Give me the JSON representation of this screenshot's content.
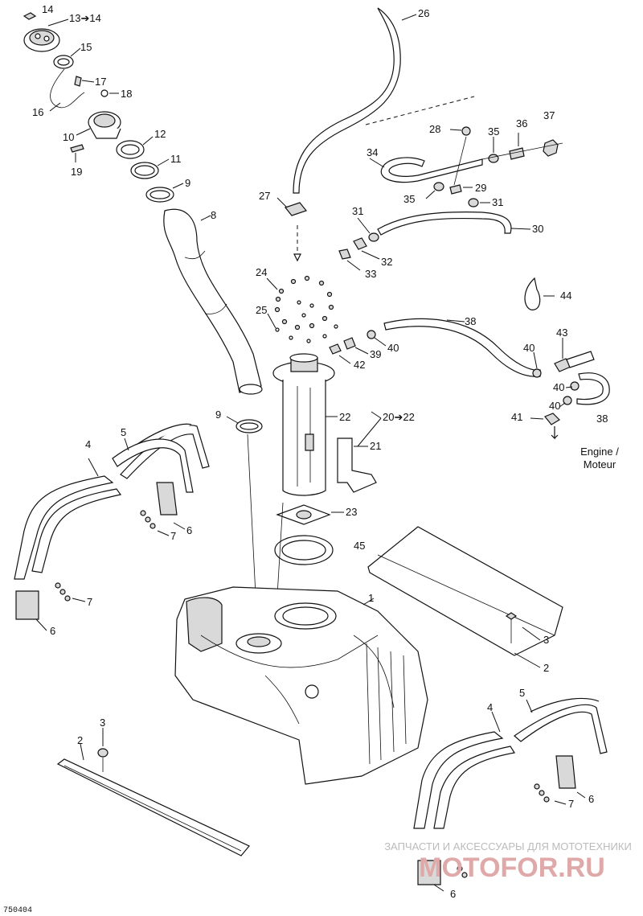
{
  "diagram": {
    "figure_code": "750404",
    "engine_caption_line1": "Engine /",
    "engine_caption_line2": "Moteur",
    "watermark_line1": "ЗАПЧАСТИ И АКСЕССУАРЫ ДЛЯ МОТОТЕХНИКИ",
    "watermark_line2": "MOTOFOR.RU",
    "callouts": [
      {
        "id": "c14a",
        "text": "14"
      },
      {
        "id": "c1314",
        "text": "13➔14"
      },
      {
        "id": "c15",
        "text": "15"
      },
      {
        "id": "c17",
        "text": "17"
      },
      {
        "id": "c18",
        "text": "18"
      },
      {
        "id": "c16",
        "text": "16"
      },
      {
        "id": "c10",
        "text": "10"
      },
      {
        "id": "c12",
        "text": "12"
      },
      {
        "id": "c19",
        "text": "19"
      },
      {
        "id": "c11",
        "text": "11"
      },
      {
        "id": "c9a",
        "text": "9"
      },
      {
        "id": "c8",
        "text": "8"
      },
      {
        "id": "c26",
        "text": "26"
      },
      {
        "id": "c37",
        "text": "37"
      },
      {
        "id": "c36",
        "text": "36"
      },
      {
        "id": "c28",
        "text": "28"
      },
      {
        "id": "c35a",
        "text": "35"
      },
      {
        "id": "c34",
        "text": "34"
      },
      {
        "id": "c29",
        "text": "29"
      },
      {
        "id": "c35b",
        "text": "35"
      },
      {
        "id": "c31a",
        "text": "31"
      },
      {
        "id": "c27",
        "text": "27"
      },
      {
        "id": "c31b",
        "text": "31"
      },
      {
        "id": "c30",
        "text": "30"
      },
      {
        "id": "c32",
        "text": "32"
      },
      {
        "id": "c33",
        "text": "33"
      },
      {
        "id": "c24",
        "text": "24"
      },
      {
        "id": "c44",
        "text": "44"
      },
      {
        "id": "c25",
        "text": "25"
      },
      {
        "id": "c38a",
        "text": "38"
      },
      {
        "id": "c39",
        "text": "39"
      },
      {
        "id": "c40a",
        "text": "40"
      },
      {
        "id": "c43",
        "text": "43"
      },
      {
        "id": "c42",
        "text": "42"
      },
      {
        "id": "c40b",
        "text": "40"
      },
      {
        "id": "c40c",
        "text": "40"
      },
      {
        "id": "c22",
        "text": "22"
      },
      {
        "id": "c2022",
        "text": "20➔22"
      },
      {
        "id": "c9b",
        "text": "9"
      },
      {
        "id": "c40d",
        "text": "40"
      },
      {
        "id": "c41",
        "text": "41"
      },
      {
        "id": "c38b",
        "text": "38"
      },
      {
        "id": "c5a",
        "text": "5"
      },
      {
        "id": "c21",
        "text": "21"
      },
      {
        "id": "c4a",
        "text": "4"
      },
      {
        "id": "c6a",
        "text": "6"
      },
      {
        "id": "c7a",
        "text": "7"
      },
      {
        "id": "c23",
        "text": "23"
      },
      {
        "id": "c45",
        "text": "45"
      },
      {
        "id": "c7b",
        "text": "7"
      },
      {
        "id": "c1",
        "text": "1"
      },
      {
        "id": "c6b",
        "text": "6"
      },
      {
        "id": "c3a",
        "text": "3"
      },
      {
        "id": "c2a",
        "text": "2"
      },
      {
        "id": "c5b",
        "text": "5"
      },
      {
        "id": "c4b",
        "text": "4"
      },
      {
        "id": "c3b",
        "text": "3"
      },
      {
        "id": "c2b",
        "text": "2"
      },
      {
        "id": "c6c",
        "text": "6"
      },
      {
        "id": "c7c",
        "text": "7"
      },
      {
        "id": "c6d",
        "text": "6"
      }
    ]
  }
}
